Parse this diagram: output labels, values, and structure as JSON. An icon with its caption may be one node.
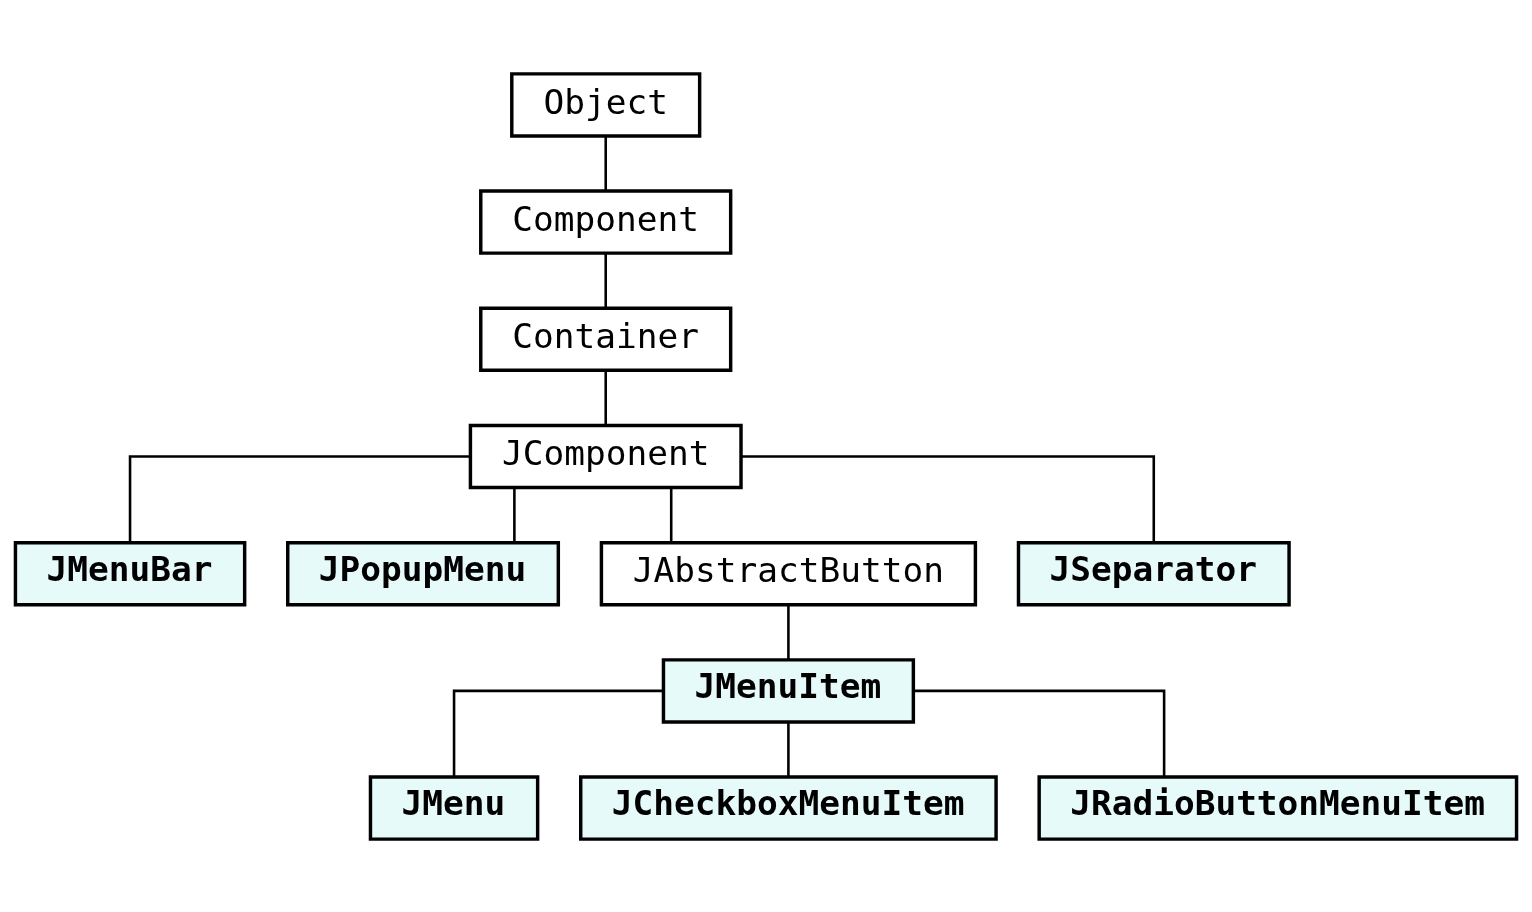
{
  "diagram": {
    "nodes": [
      {
        "text": [
          "Object"
        ]
      },
      {
        "text": [
          "Component"
        ]
      },
      {
        "text": [
          "Container"
        ]
      },
      {
        "text": [
          "JComponent"
        ]
      },
      {
        "text": [
          "JMenuBar"
        ]
      },
      {
        "text": [
          "JPopupMenu"
        ]
      },
      {
        "text": [
          "JAbstractButton"
        ]
      },
      {
        "text": [
          "JSeparator"
        ]
      },
      {
        "text": [
          "JMenuItem"
        ]
      },
      {
        "text": [
          "JMenu"
        ]
      },
      {
        "text": [
          "JCheckboxMenuItem"
        ]
      },
      {
        "text": [
          "JRadioButtonMenuItem"
        ]
      }
    ],
    "edges": [
      {
        "from": 0,
        "to": 1,
        "arrow": "none"
      },
      {
        "from": 1,
        "to": 2,
        "arrow": "none"
      },
      {
        "from": 2,
        "to": 3,
        "arrow": "none"
      },
      {
        "from": 3,
        "to": 4,
        "arrow": "none"
      },
      {
        "from": 3,
        "to": 5,
        "arrow": "none"
      },
      {
        "from": 3,
        "to": 6,
        "arrow": "none"
      },
      {
        "from": 3,
        "to": 7,
        "arrow": "none"
      },
      {
        "from": 6,
        "to": 8,
        "arrow": "none"
      },
      {
        "from": 8,
        "to": 9,
        "arrow": "none"
      },
      {
        "from": 8,
        "to": 10,
        "arrow": "none"
      },
      {
        "from": 8,
        "to": 11,
        "arrow": "none"
      }
    ]
  }
}
